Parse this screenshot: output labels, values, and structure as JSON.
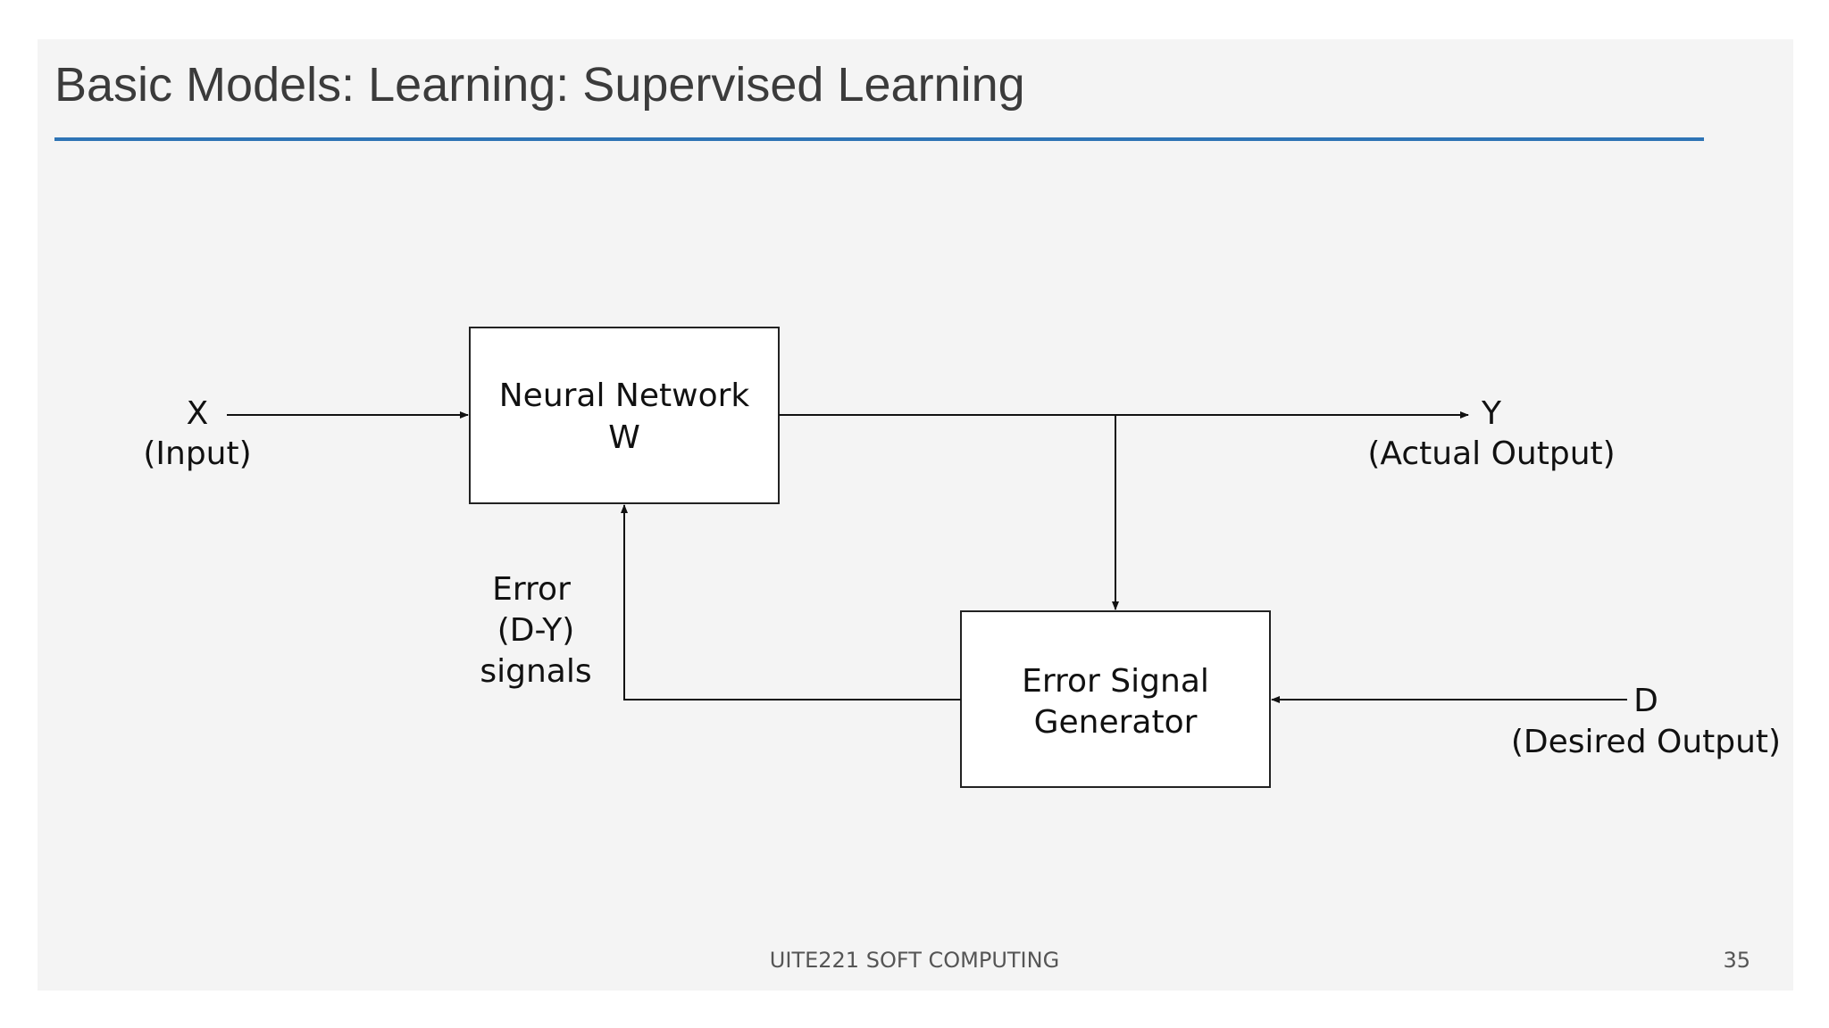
{
  "slide": {
    "title": "Basic Models: Learning: Supervised Learning",
    "footer": "UITE221 SOFT COMPUTING",
    "page_number": "35",
    "accent_color": "#2e74b5"
  },
  "diagram": {
    "input": {
      "symbol": "X",
      "caption": "(Input)"
    },
    "neural_network": {
      "line1": "Neural Network",
      "line2": "W"
    },
    "output": {
      "symbol": "Y",
      "caption": "(Actual Output)"
    },
    "error_generator": {
      "line1": "Error Signal",
      "line2": "Generator"
    },
    "desired": {
      "symbol": "D",
      "caption": "(Desired Output)"
    },
    "error_label": {
      "line1": "Error",
      "line2": "(D-Y)",
      "line3": "signals"
    }
  }
}
